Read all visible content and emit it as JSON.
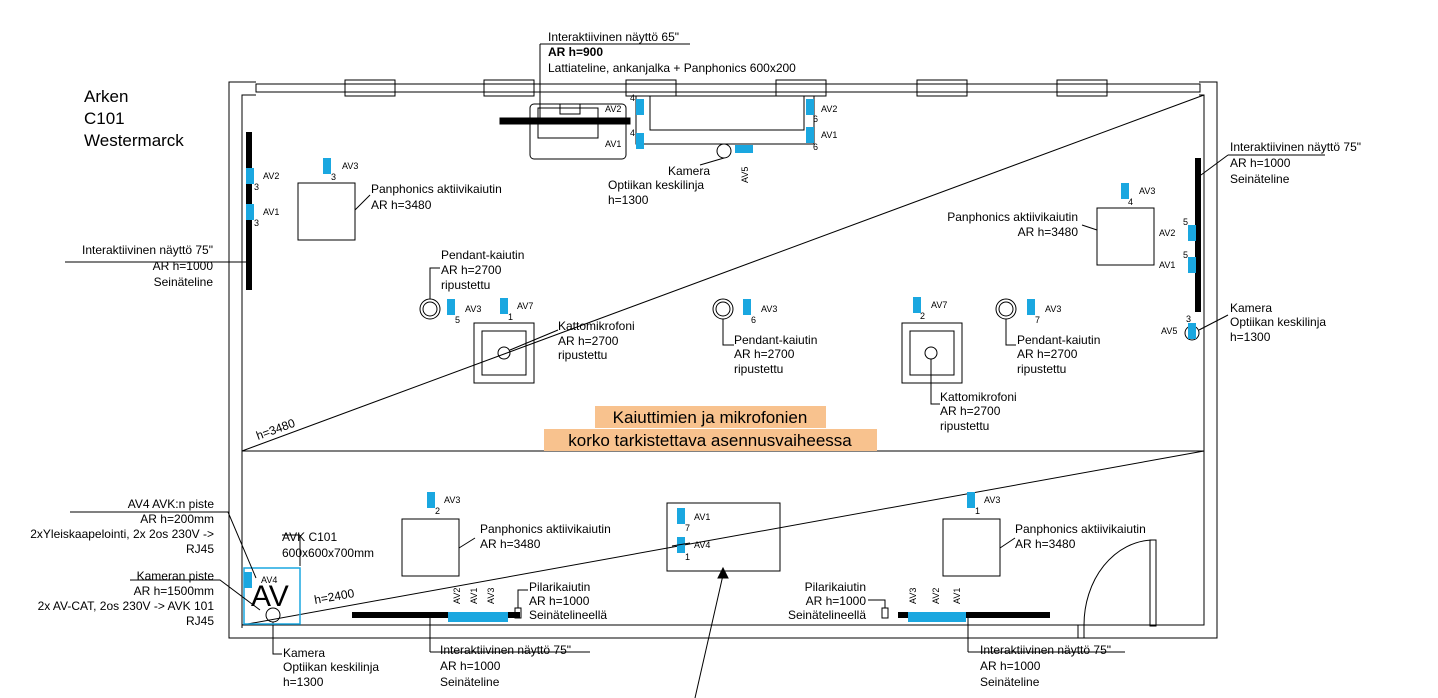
{
  "room": {
    "line1": "Arken",
    "line2": "C101",
    "line3": "Westermarck"
  },
  "note": {
    "line1": "Kaiuttimien ja mikrofonien",
    "line2": "korko tarkistettava asennusvaiheessa",
    "color": "#f8c28e"
  },
  "colors": {
    "av_box": "#1aa7e0",
    "wall": "#000000",
    "rack": "#1aa7e0"
  },
  "top_display": {
    "title": "Interaktiivinen näyttö 65\"",
    "height": "AR h=900",
    "mount": "Lattiateline, ankanjalka + Panphonics 600x200"
  },
  "left_display": {
    "title": "Interaktiivinen näyttö 75\"",
    "height": "AR h=1000",
    "mount": "Seinäteline"
  },
  "right_display": {
    "title": "Interaktiivinen näyttö 75\"",
    "height": "AR h=1000",
    "mount": "Seinäteline"
  },
  "bottom_display_1": {
    "title": "Interaktiivinen näyttö 75\"",
    "height": "AR h=1000",
    "mount": "Seinäteline"
  },
  "bottom_display_2": {
    "title": "Interaktiivinen näyttö 75\"",
    "height": "AR h=1000",
    "mount": "Seinäteline"
  },
  "camera_top": {
    "title": "Kamera",
    "line": "Optiikan keskilinja",
    "height": "h=1300"
  },
  "camera_right": {
    "title": "Kamera",
    "line": "Optiikan keskilinja",
    "height": "h=1300"
  },
  "camera_bottom": {
    "title": "Kamera",
    "line": "Optiikan keskilinja",
    "height": "h=1300"
  },
  "panphonics_tl": {
    "title": "Panphonics aktiivikaiutin",
    "height": "AR h=3480"
  },
  "panphonics_tr": {
    "title": "Panphonics aktiivikaiutin",
    "height": "AR h=3480"
  },
  "panphonics_bl": {
    "title": "Panphonics aktiivikaiutin",
    "height": "AR h=3480"
  },
  "panphonics_br": {
    "title": "Panphonics aktiivikaiutin",
    "height": "AR h=3480"
  },
  "pendant_1": {
    "title": "Pendant-kaiutin",
    "height": "AR h=2700",
    "mount": "ripustettu"
  },
  "pendant_2": {
    "title": "Pendant-kaiutin",
    "height": "AR h=2700",
    "mount": "ripustettu"
  },
  "pendant_3": {
    "title": "Pendant-kaiutin",
    "height": "AR h=2700",
    "mount": "ripustettu"
  },
  "mic_1": {
    "title": "Kattomikrofoni",
    "height": "AR h=2700",
    "mount": "ripustettu"
  },
  "mic_2": {
    "title": "Kattomikrofoni",
    "height": "AR h=2700",
    "mount": "ripustettu"
  },
  "pillar_1": {
    "title": "Pilarikaiutin",
    "height": "AR h=1000",
    "mount": "Seinätelineellä"
  },
  "pillar_2": {
    "title": "Pilarikaiutin",
    "height": "AR h=1000",
    "mount": "Seinätelineellä"
  },
  "avk": {
    "title": "AVK C101",
    "size": "600x600x700mm",
    "symbol": "AV"
  },
  "av4_point": {
    "title": "AV4 AVK:n piste",
    "height": "AR h=200mm",
    "detail": "2xYleiskaapelointi, 2x 2os 230V ->",
    "detail2": "RJ45"
  },
  "camera_point": {
    "title": "Kameran piste",
    "height": "AR h=1500mm",
    "detail": "2x AV-CAT, 2os 230V -> AVK 101",
    "detail2": "RJ45"
  },
  "heights": {
    "h3480": "h=3480",
    "h2400": "h=2400"
  },
  "labels": {
    "av1": "AV1",
    "av2": "AV2",
    "av3": "AV3",
    "av4": "AV4",
    "av5": "AV5",
    "av7": "AV7",
    "n1": "1",
    "n2": "2",
    "n3": "3",
    "n4": "4",
    "n5": "5",
    "n6": "6",
    "n7": "7"
  }
}
